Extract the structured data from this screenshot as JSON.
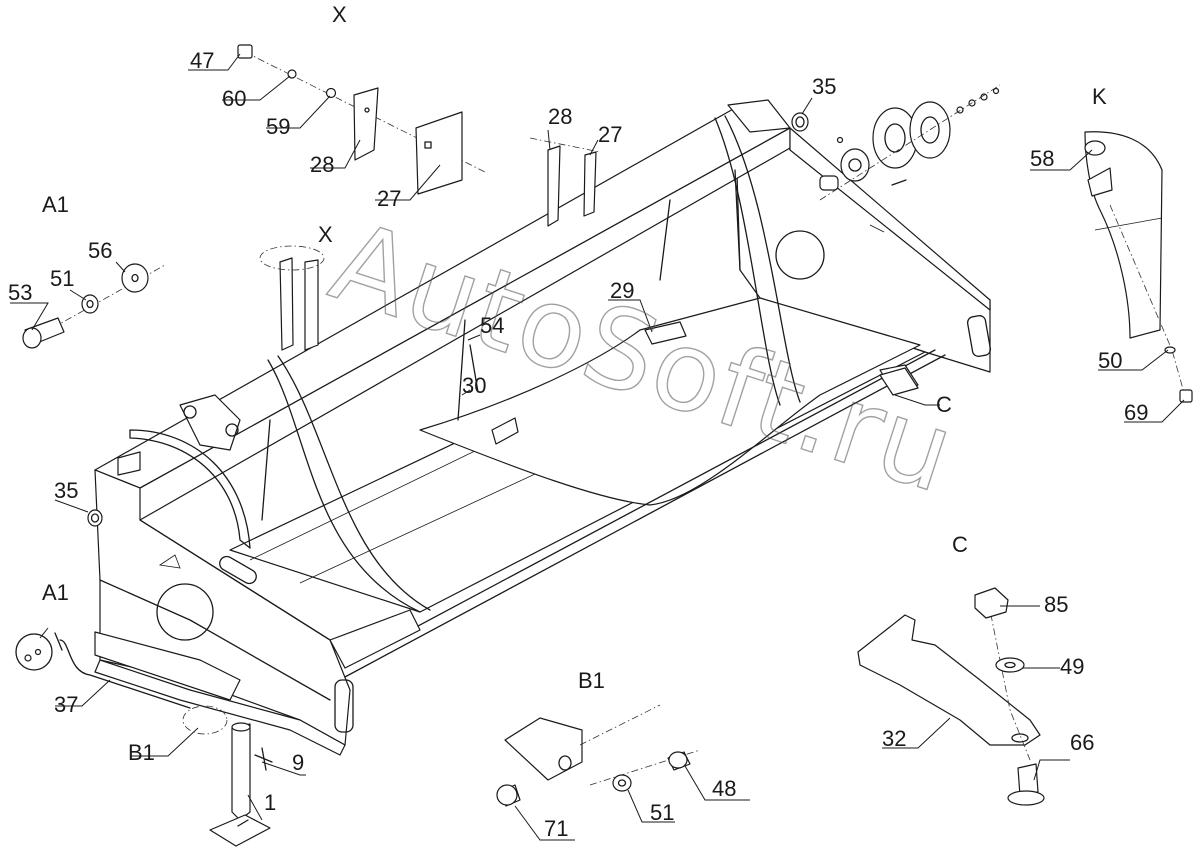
{
  "watermark": "AutoSoft.ru",
  "view_labels": {
    "x_top": "X",
    "x_mid": "X",
    "a1_top": "A1",
    "a1_bottom": "A1",
    "k": "K",
    "c_right": "C",
    "c_detail": "C",
    "b1_detail": "B1",
    "b1_bottom": "B1"
  },
  "callouts": {
    "p47": "47",
    "p60": "60",
    "p59": "59",
    "p28_x": "28",
    "p27_x": "27",
    "p28_top": "28",
    "p27_top": "27",
    "p35_top": "35",
    "p58": "58",
    "p56": "56",
    "p51_a1": "51",
    "p53": "53",
    "p29": "29",
    "p54": "54",
    "p30": "30",
    "p50": "50",
    "p69": "69",
    "p35_left": "35",
    "p37": "37",
    "p9": "9",
    "p1": "1",
    "p85": "85",
    "p49": "49",
    "p32": "32",
    "p66": "66",
    "p71": "71",
    "p51_b1": "51",
    "p48": "48"
  }
}
